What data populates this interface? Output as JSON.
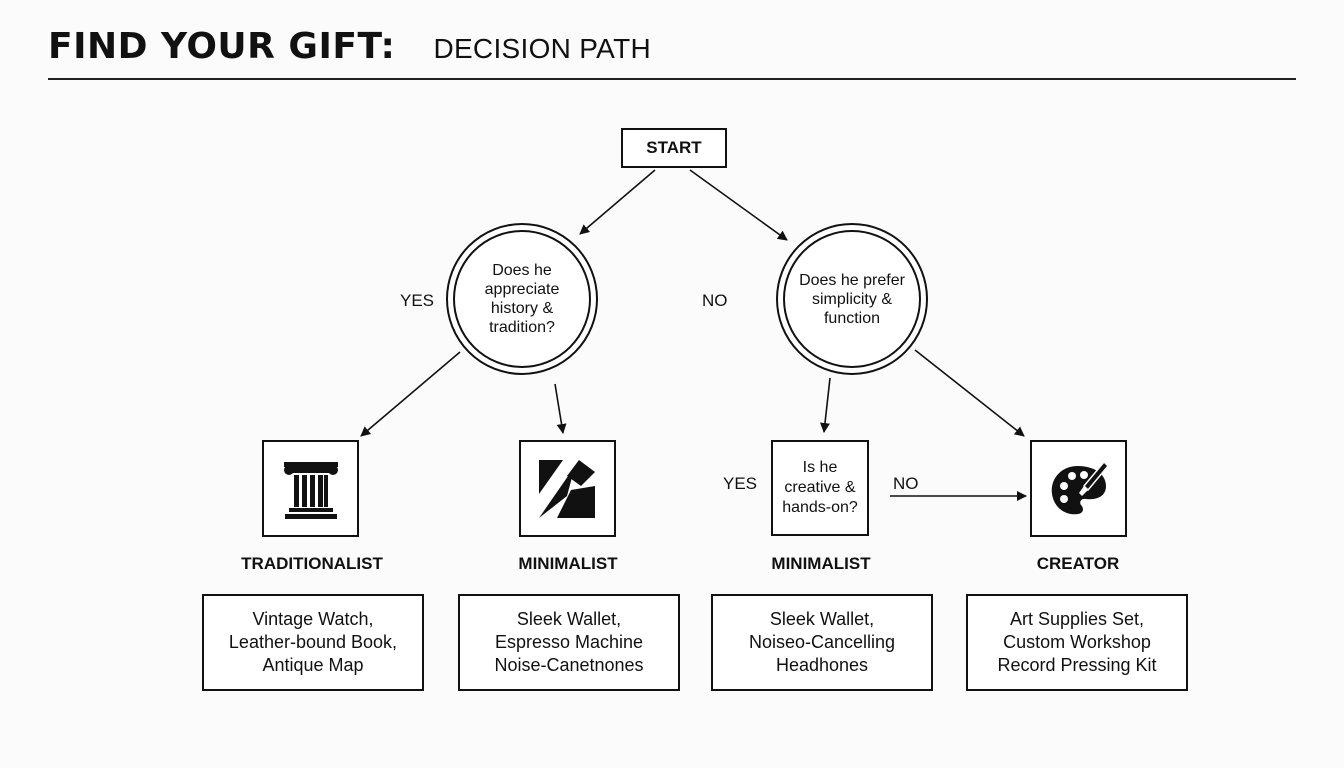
{
  "header": {
    "title": "FIND YOUR GIFT:",
    "subtitle": "DECISION PATH"
  },
  "flow": {
    "start": "START",
    "q1": {
      "lines": [
        "Does he appreciate",
        "history &",
        "tradition?"
      ]
    },
    "q2": {
      "lines": [
        "Does he prefer",
        "simplicity &",
        "function"
      ]
    },
    "q3": {
      "lines": [
        "Is he",
        "creative &",
        "hands-on?"
      ]
    },
    "labels": {
      "yes1": "YES",
      "no1": "NO",
      "yes2": "YES",
      "no2": "NO"
    }
  },
  "outcomes": [
    {
      "icon": "column-icon",
      "category": "TRADITIONALIST",
      "gifts": [
        "Vintage Watch,",
        "Leather-bound Book,",
        "Antique Map"
      ]
    },
    {
      "icon": "geometric-shapes-icon",
      "category": "MINIMALIST",
      "gifts": [
        "Sleek Wallet,",
        "Espresso Machine",
        "Noise-Canetnones"
      ]
    },
    {
      "icon": "",
      "category": "MINIMALIST",
      "gifts": [
        "Sleek Wallet,",
        "Noiseo-Cancelling",
        "Headhones"
      ]
    },
    {
      "icon": "palette-icon",
      "category": "CREATOR",
      "gifts": [
        "Art Supplies Set,",
        "Custom Workshop",
        "Record Pressing Kit"
      ]
    }
  ]
}
